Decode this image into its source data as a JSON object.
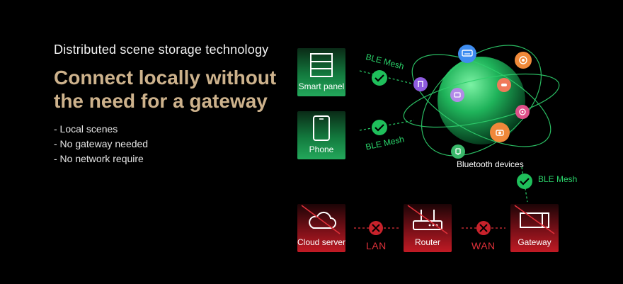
{
  "heading": {
    "subtitle": "Distributed scene storage technology",
    "title": "Connect locally without the need for a gateway",
    "features": [
      "- Local scenes",
      "- No gateway needed",
      "- No network require"
    ]
  },
  "diagram": {
    "smart_panel": "Smart panel",
    "phone": "Phone",
    "mesh_label_1": "BLE Mesh",
    "mesh_label_2": "BLE Mesh",
    "mesh_label_3": "BLE Mesh",
    "bluetooth_devices": "Bluetooth devices",
    "cloud_server": "Cloud server",
    "router": "Router",
    "gateway": "Gateway",
    "lan": "LAN",
    "wan": "WAN"
  },
  "colors": {
    "accent_gold": "#cdb28c",
    "mesh_green": "#2ad36a",
    "blocked_red": "#e0313a"
  }
}
